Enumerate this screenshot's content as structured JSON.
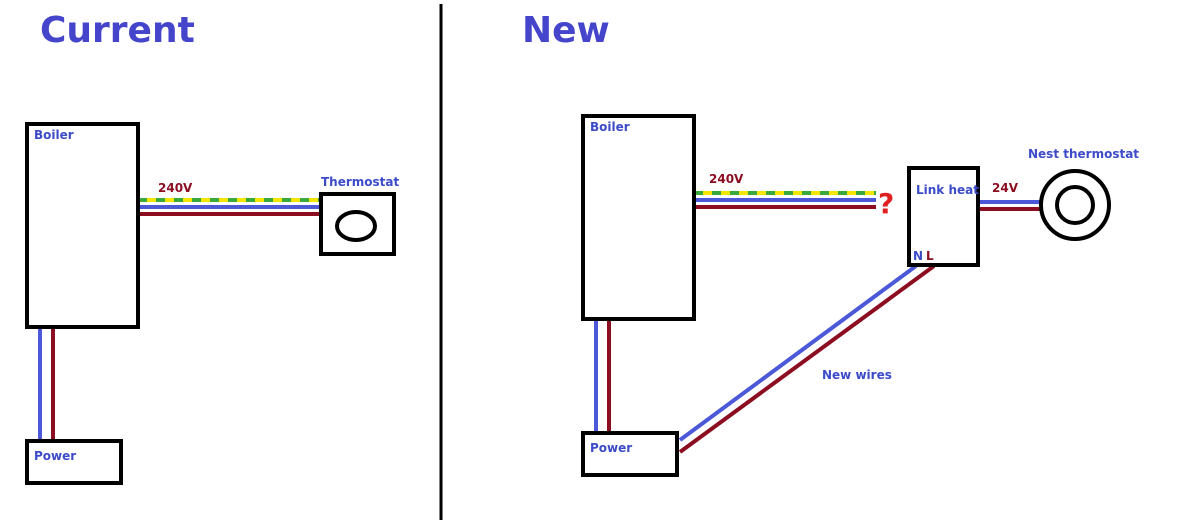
{
  "colors": {
    "heading": "#4545cc",
    "label_blue": "#3c4bc8",
    "label_red": "#8b0d1f",
    "wire_blue": "#4b58d8",
    "wire_red": "#8b0d1f",
    "earth_yellow": "#f5e600",
    "earth_green": "#3aa83a",
    "question": "#e02020",
    "outline": "#000000"
  },
  "current": {
    "title": "Current",
    "boiler_label": "Boiler",
    "power_label": "Power",
    "voltage_label": "240V",
    "thermostat_label": "Thermostat"
  },
  "new": {
    "title": "New",
    "boiler_label": "Boiler",
    "power_label": "Power",
    "voltage_label": "240V",
    "unknown_mark": "?",
    "link_heat_label": "Link heat",
    "n_label": "N",
    "l_label": "L",
    "low_voltage_label": "24V",
    "nest_label": "Nest thermostat",
    "new_wires_label": "New wires"
  }
}
